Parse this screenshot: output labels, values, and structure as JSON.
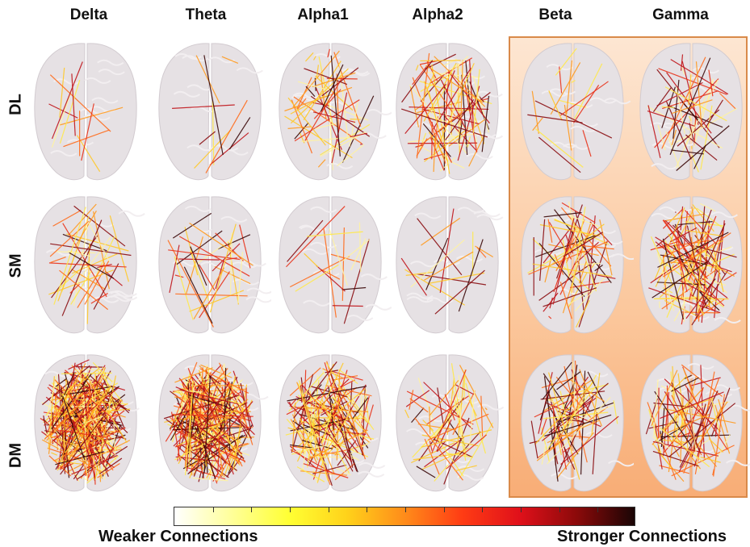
{
  "columns": [
    "Delta",
    "Theta",
    "Alpha1",
    "Alpha2",
    "Beta",
    "Gamma"
  ],
  "rows": [
    "DL",
    "SM",
    "DM"
  ],
  "colorbar": {
    "left_label": "Weaker Connections",
    "right_label": "Stronger Connections",
    "stops": [
      "#ffffff",
      "#ffff99",
      "#ffff33",
      "#ffd21a",
      "#ff8c1a",
      "#ff3c14",
      "#e0101a",
      "#8b0a0a",
      "#1a0505"
    ]
  },
  "density": [
    [
      12,
      10,
      55,
      90,
      18,
      48
    ],
    [
      40,
      32,
      18,
      16,
      60,
      110
    ],
    [
      260,
      230,
      140,
      60,
      70,
      90
    ]
  ],
  "highlight_color": "#f8ad76"
}
